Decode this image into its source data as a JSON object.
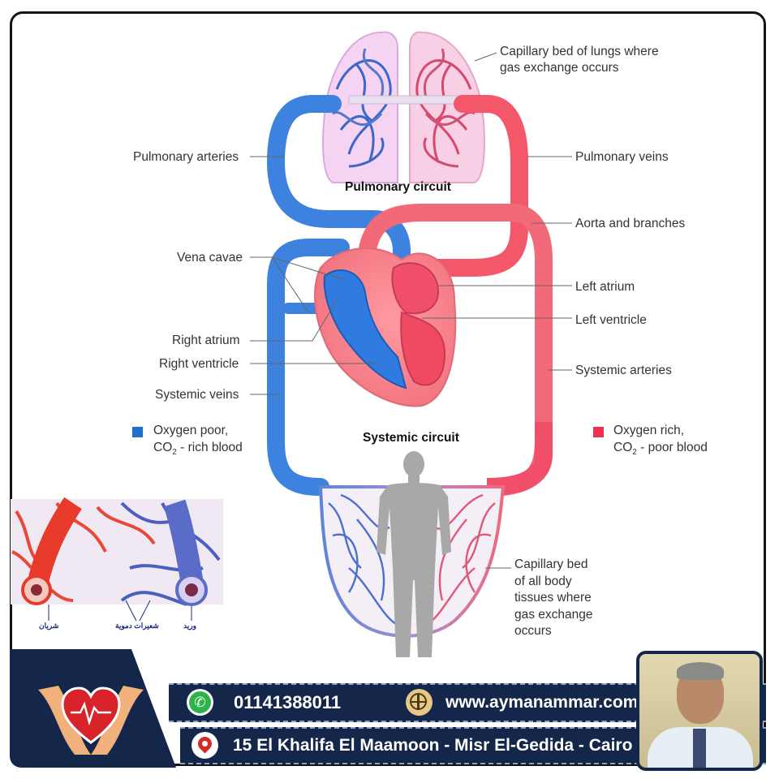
{
  "labels": {
    "capillary_lungs": "Capillary bed of lungs where\ngas exchange occurs",
    "pulmonary_arteries": "Pulmonary arteries",
    "pulmonary_veins": "Pulmonary veins",
    "pulmonary_circuit": "Pulmonary circuit",
    "aorta": "Aorta and branches",
    "vena_cavae": "Vena cavae",
    "left_atrium": "Left atrium",
    "left_ventricle": "Left ventricle",
    "right_atrium": "Right atrium",
    "right_ventricle": "Right ventricle",
    "systemic_arteries": "Systemic arteries",
    "systemic_veins": "Systemic veins",
    "systemic_circuit": "Systemic circuit",
    "capillary_body": "Capillary bed\nof all body\ntissues where\ngas exchange\noccurs"
  },
  "legend": {
    "oxygen_poor_line1": "Oxygen poor,",
    "oxygen_poor_line2_pre": "CO",
    "oxygen_poor_line2_sub": "2",
    "oxygen_poor_line2_post": " - rich blood",
    "oxygen_rich_line1": "Oxygen rich,",
    "oxygen_rich_line2_pre": "CO",
    "oxygen_rich_line2_sub": "2",
    "oxygen_rich_line2_post": " - poor blood"
  },
  "inset": {
    "artery": "شريان",
    "capillaries": "شعيرات دموية",
    "vein": "وريد"
  },
  "contact": {
    "phone": "01141388011",
    "website": "www.aymanammar.com",
    "address": "15 El Khalifa El Maamoon - Misr El-Gedida - Cairo"
  },
  "colors": {
    "oxygen_poor": "#1f6fd1",
    "oxygen_rich": "#f0304a",
    "footer_bar": "#14264a"
  }
}
